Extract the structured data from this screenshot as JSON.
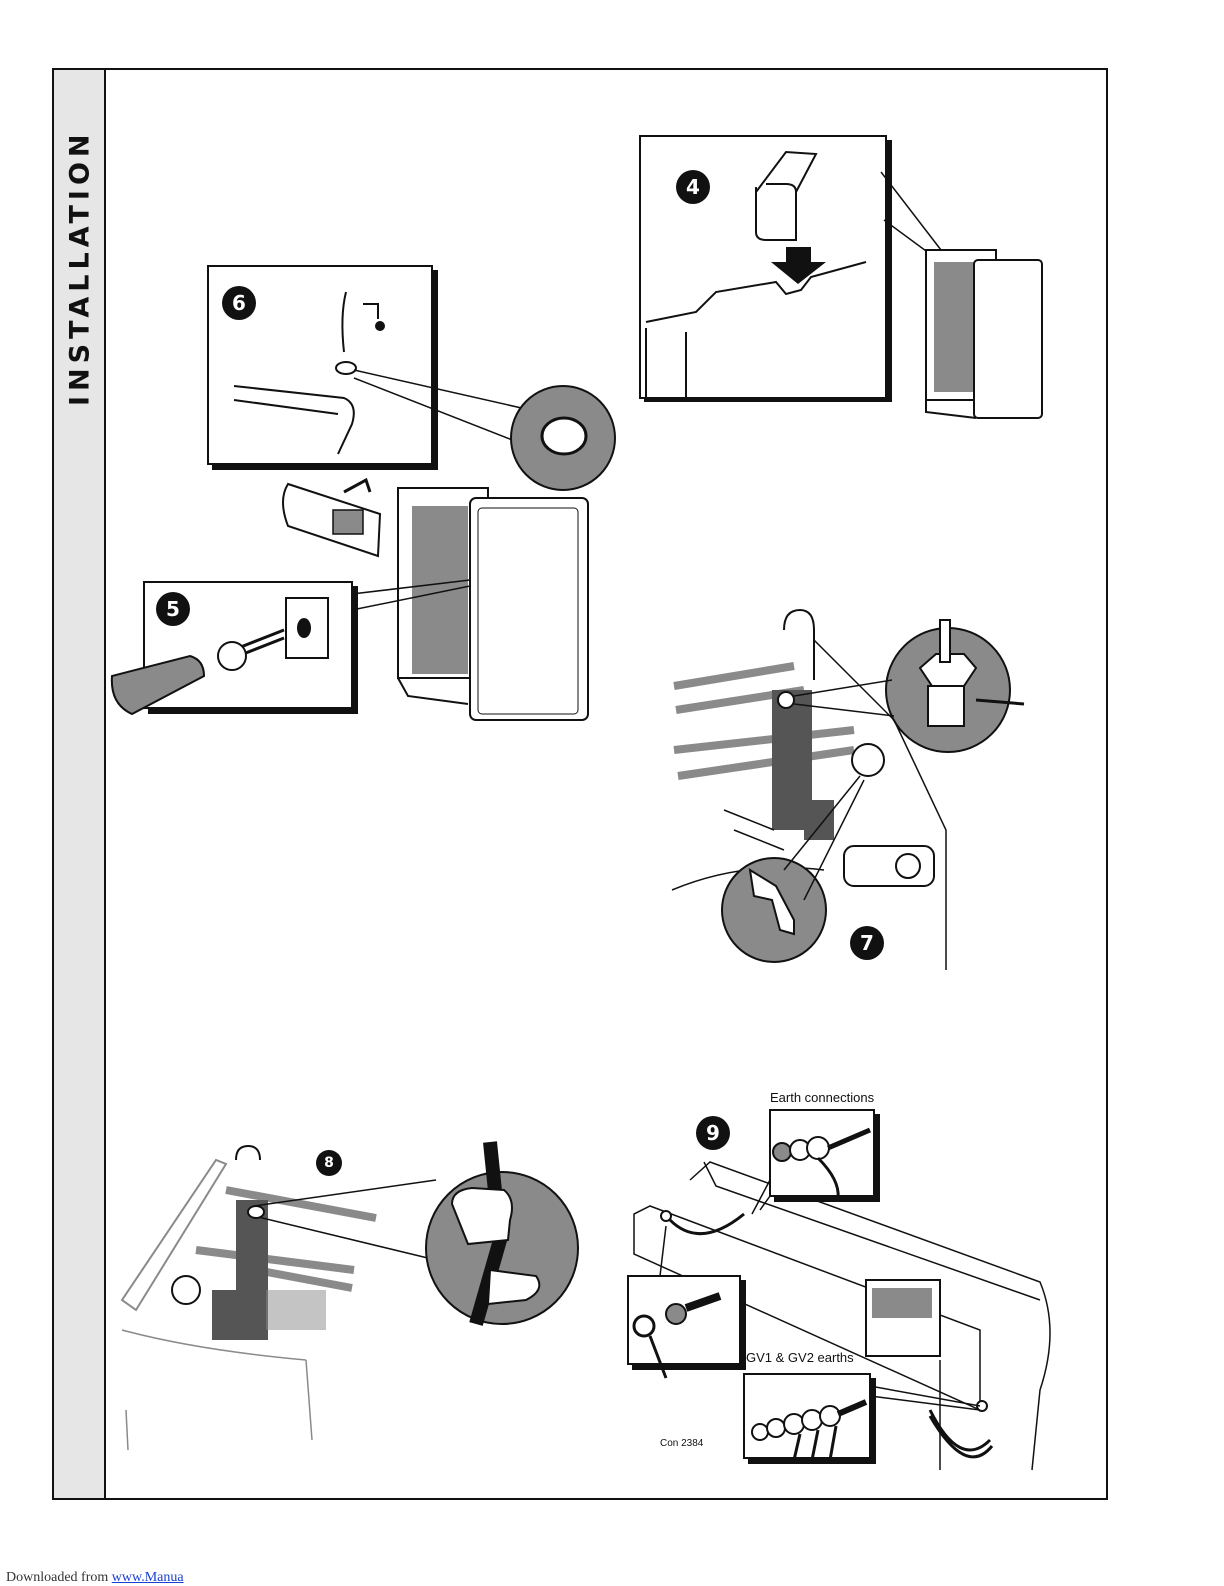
{
  "sidebar": {
    "title": "INSTALLATION"
  },
  "figures": {
    "fig4": {
      "number": "4"
    },
    "fig5": {
      "number": "5"
    },
    "fig6": {
      "number": "6"
    },
    "fig7": {
      "number": "7"
    },
    "fig8": {
      "number": "8"
    },
    "fig9": {
      "number": "9",
      "earth_label": "Earth  connections",
      "gv_label": "GV1 & GV2 earths",
      "ref_label": "Con 2384"
    }
  },
  "footer": {
    "prefix": "Downloaded from ",
    "link_text": "www.Manua"
  },
  "colors": {
    "ink": "#111111",
    "sidebar": "#e6e6e6",
    "shade": "#8a8a8a",
    "link": "#1a3fd1"
  }
}
